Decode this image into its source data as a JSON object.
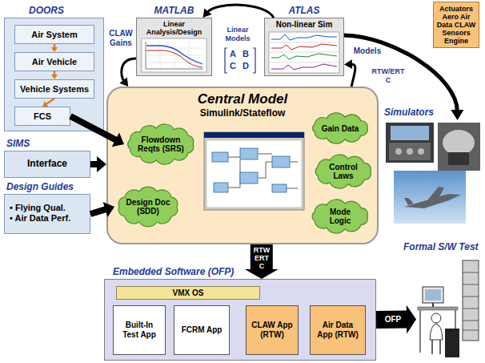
{
  "diagram": {
    "nodes": [
      {
        "text": [
          "DOORS"
        ]
      },
      {
        "text": [
          "Air System"
        ],
        "in": 0
      },
      {
        "text": [
          "Air Vehicle"
        ],
        "in": 0
      },
      {
        "text": [
          "Vehicle Systems"
        ],
        "in": 0
      },
      {
        "text": [
          "FCS"
        ],
        "in": 0
      },
      {
        "text": [
          "MATLAB",
          "Linear Analysis/Design"
        ]
      },
      {
        "text": [
          "ATLAS",
          "Non-linear Sim"
        ]
      },
      {
        "text": [
          "Actuators Aero Air Data CLAW Sensors Engine"
        ]
      },
      {
        "text": [
          "SIMS",
          "Interface"
        ]
      },
      {
        "text": [
          "Design Guides",
          "• Flying Qual.",
          "• Air Data Perf."
        ]
      },
      {
        "text": [
          "Central Model",
          "Simulink/Stateflow"
        ]
      },
      {
        "text": [
          "Flowdown Reqts (SRS)"
        ],
        "in": 10
      },
      {
        "text": [
          "Gain Data"
        ],
        "in": 10
      },
      {
        "text": [
          "Control Laws"
        ],
        "in": 10
      },
      {
        "text": [
          "Design Doc (SDD)"
        ],
        "in": 10
      },
      {
        "text": [
          "Mode Logic"
        ],
        "in": 10
      },
      {
        "text": [
          "Simulators"
        ]
      },
      {
        "text": [
          "Embedded Software (OFP)"
        ]
      },
      {
        "text": [
          "VMX OS"
        ],
        "in": 17
      },
      {
        "text": [
          "Built-In Test App"
        ],
        "in": 17
      },
      {
        "text": [
          "FCRM App"
        ],
        "in": 17
      },
      {
        "text": [
          "CLAW App (RTW)"
        ],
        "in": 17
      },
      {
        "text": [
          "Air Data App (RTW)"
        ],
        "in": 17
      },
      {
        "text": [
          "Formal S/W Test"
        ]
      }
    ],
    "edges": [
      {
        "from": 1,
        "to": 2,
        "arrow": "to"
      },
      {
        "from": 2,
        "to": 3,
        "arrow": "to"
      },
      {
        "from": 3,
        "to": 4,
        "arrow": "to"
      },
      {
        "from": 6,
        "to": 5,
        "arrow": "to",
        "label": "Linear Models"
      },
      {
        "from": 5,
        "to": 10,
        "arrow": "to",
        "label": "CLAW Gains"
      },
      {
        "from": 10,
        "to": 6,
        "arrow": "to",
        "label": "RTW/ERT C"
      },
      {
        "from": 6,
        "to": 16,
        "arrow": "to",
        "label": "Models"
      },
      {
        "from": 4,
        "to": 11,
        "arrow": "to"
      },
      {
        "from": 8,
        "to": 10,
        "arrow": "to"
      },
      {
        "from": 9,
        "to": 14,
        "arrow": "to"
      },
      {
        "from": 10,
        "to": 17,
        "arrow": "to",
        "label": "RTW ERT C"
      },
      {
        "from": 17,
        "to": 23,
        "arrow": "to",
        "label": "OFP"
      }
    ],
    "labels": [
      "A",
      "B",
      "C",
      "D"
    ]
  }
}
